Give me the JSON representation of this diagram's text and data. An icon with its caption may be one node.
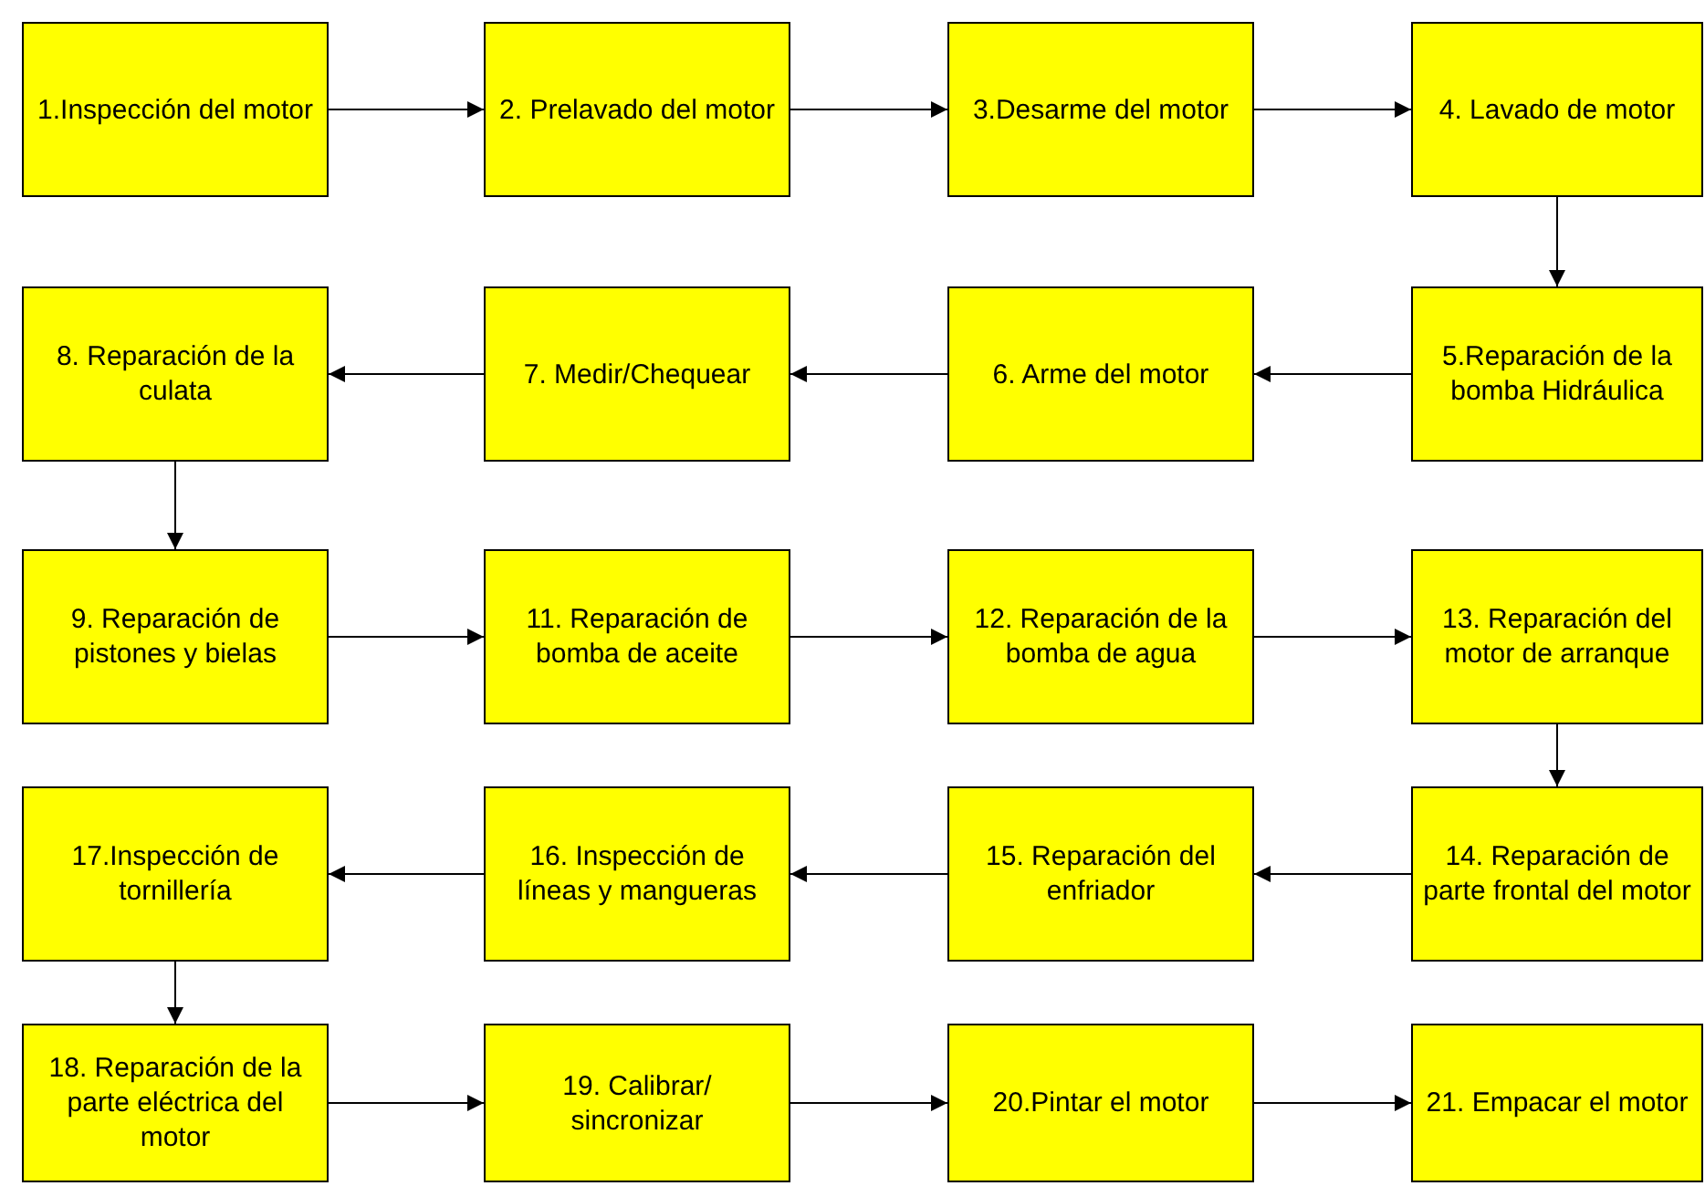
{
  "diagram": {
    "nodes": [
      {
        "text": [
          "1.Inspección del motor"
        ]
      },
      {
        "text": [
          "2. Prelavado del motor"
        ]
      },
      {
        "text": [
          "3.Desarme del motor"
        ]
      },
      {
        "text": [
          "4. Lavado de motor"
        ]
      },
      {
        "text": [
          "5.Reparación de la bomba Hidráulica"
        ]
      },
      {
        "text": [
          "6. Arme del motor"
        ]
      },
      {
        "text": [
          "7. Medir/Chequear"
        ]
      },
      {
        "text": [
          "8. Reparación de la culata"
        ]
      },
      {
        "text": [
          "9. Reparación de pistones y bielas"
        ]
      },
      {
        "text": [
          "11. Reparación de bomba de aceite"
        ]
      },
      {
        "text": [
          "12. Reparación de la bomba de agua"
        ]
      },
      {
        "text": [
          "13. Reparación del motor de arranque"
        ]
      },
      {
        "text": [
          "14. Reparación de parte frontal del motor"
        ]
      },
      {
        "text": [
          "15. Reparación del enfriador"
        ]
      },
      {
        "text": [
          "16. Inspección de líneas y mangueras"
        ]
      },
      {
        "text": [
          "17.Inspección de tornillería"
        ]
      },
      {
        "text": [
          "18. Reparación de la parte eléctrica del motor"
        ]
      },
      {
        "text": [
          "19. Calibrar/ sincronizar"
        ]
      },
      {
        "text": [
          "20.Pintar el motor"
        ]
      },
      {
        "text": [
          "21. Empacar el motor"
        ]
      }
    ],
    "edges": [
      {
        "from": 0,
        "to": 1,
        "arrow": "to"
      },
      {
        "from": 1,
        "to": 2,
        "arrow": "to"
      },
      {
        "from": 2,
        "to": 3,
        "arrow": "to"
      },
      {
        "from": 3,
        "to": 4,
        "arrow": "to"
      },
      {
        "from": 4,
        "to": 5,
        "arrow": "to"
      },
      {
        "from": 5,
        "to": 6,
        "arrow": "to"
      },
      {
        "from": 6,
        "to": 7,
        "arrow": "to"
      },
      {
        "from": 7,
        "to": 8,
        "arrow": "to"
      },
      {
        "from": 8,
        "to": 9,
        "arrow": "to"
      },
      {
        "from": 9,
        "to": 10,
        "arrow": "to"
      },
      {
        "from": 10,
        "to": 11,
        "arrow": "to"
      },
      {
        "from": 11,
        "to": 12,
        "arrow": "to"
      },
      {
        "from": 12,
        "to": 13,
        "arrow": "to"
      },
      {
        "from": 13,
        "to": 14,
        "arrow": "to"
      },
      {
        "from": 14,
        "to": 15,
        "arrow": "to"
      },
      {
        "from": 15,
        "to": 16,
        "arrow": "to"
      },
      {
        "from": 16,
        "to": 17,
        "arrow": "to"
      },
      {
        "from": 17,
        "to": 18,
        "arrow": "to"
      },
      {
        "from": 18,
        "to": 19,
        "arrow": "to"
      }
    ]
  }
}
